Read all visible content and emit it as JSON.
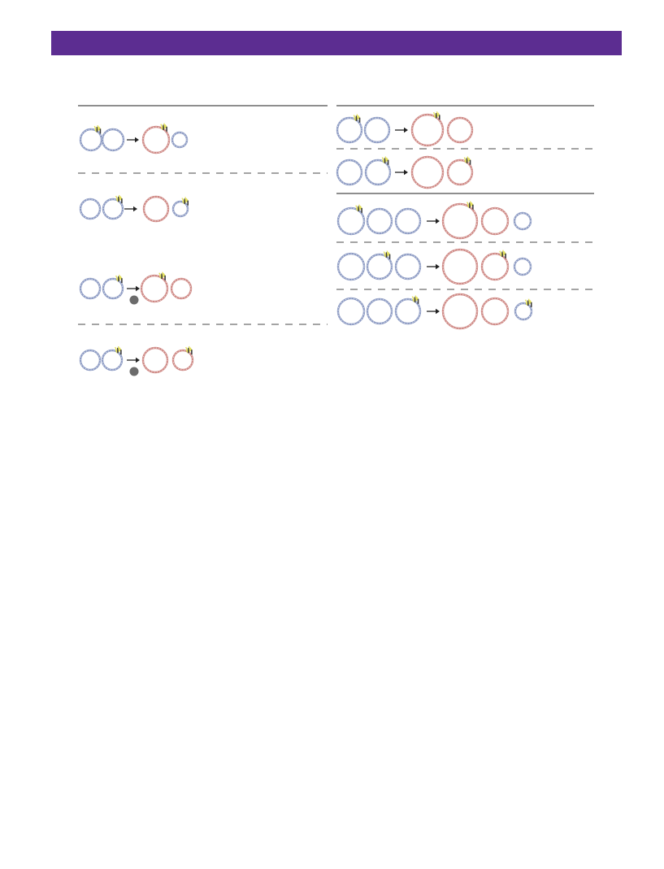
{
  "colors": {
    "header": "#5c2d91",
    "rule": "#4a4a4a",
    "dash": "#6e6e6e",
    "parent_plasmid": "#8e9cc4",
    "product_plasmid": "#cf8a86",
    "insert_tag": "#e3e060",
    "cut_marker": "#3a3a3a",
    "arrow": "#222222",
    "additive_dot": "#6b6b6b"
  },
  "icons": {
    "plasmid": "plasmid-ring-icon",
    "insert": "insert-tag-icon",
    "arrow": "right-arrow-icon",
    "additive": "additive-dot-icon"
  },
  "reactions": [
    {
      "id": "l1",
      "panel": "left",
      "inputs": [
        "tagged",
        "plain"
      ],
      "outputs": [
        "product-tagged",
        "small"
      ],
      "additive": false
    },
    {
      "id": "l2",
      "panel": "left",
      "inputs": [
        "plain",
        "tagged"
      ],
      "outputs": [
        "product",
        "small-tagged"
      ],
      "additive": false
    },
    {
      "id": "l3",
      "panel": "left",
      "inputs": [
        "plain",
        "tagged"
      ],
      "outputs": [
        "product-tagged",
        "plain"
      ],
      "additive": true
    },
    {
      "id": "l4",
      "panel": "left",
      "inputs": [
        "plain",
        "tagged"
      ],
      "outputs": [
        "product",
        "plain-tagged"
      ],
      "additive": true
    },
    {
      "id": "r1",
      "panel": "right-top",
      "inputs": [
        "tagged",
        "plain"
      ],
      "outputs": [
        "product-tagged",
        "product"
      ],
      "additive": false
    },
    {
      "id": "r2",
      "panel": "right-top",
      "inputs": [
        "plain",
        "tagged"
      ],
      "outputs": [
        "product",
        "product-tagged"
      ],
      "additive": false
    },
    {
      "id": "r3",
      "panel": "right-bottom",
      "inputs": [
        "tagged",
        "plain",
        "plain"
      ],
      "outputs": [
        "product-tagged",
        "product",
        "small"
      ],
      "additive": false
    },
    {
      "id": "r4",
      "panel": "right-bottom",
      "inputs": [
        "plain",
        "tagged",
        "plain"
      ],
      "outputs": [
        "product",
        "product-tagged",
        "small"
      ],
      "additive": false
    },
    {
      "id": "r5",
      "panel": "right-bottom",
      "inputs": [
        "plain",
        "plain",
        "tagged"
      ],
      "outputs": [
        "product",
        "product",
        "small-tagged"
      ],
      "additive": false
    }
  ]
}
